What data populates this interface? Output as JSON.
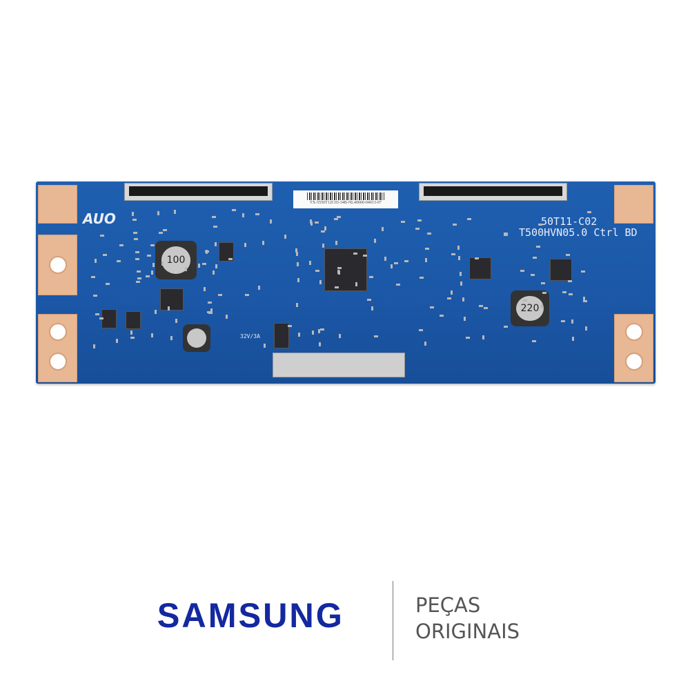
{
  "product": {
    "board_brand": "AUO",
    "model_line1": "50T11-C02",
    "model_line2": "T500HVN05.0 Ctrl BD",
    "sticker_code": "TX-5550T12C03-34B-NL40000-04013-07",
    "inductor_1": "100",
    "inductor_2": "220",
    "voltage_label": "32V/3A",
    "board_color": "#1b57a6"
  },
  "footer": {
    "brand_logo": "SAMSUNG",
    "tagline_line1": "PEÇAS",
    "tagline_line2": "ORIGINAIS",
    "brand_color": "#1428a0"
  }
}
